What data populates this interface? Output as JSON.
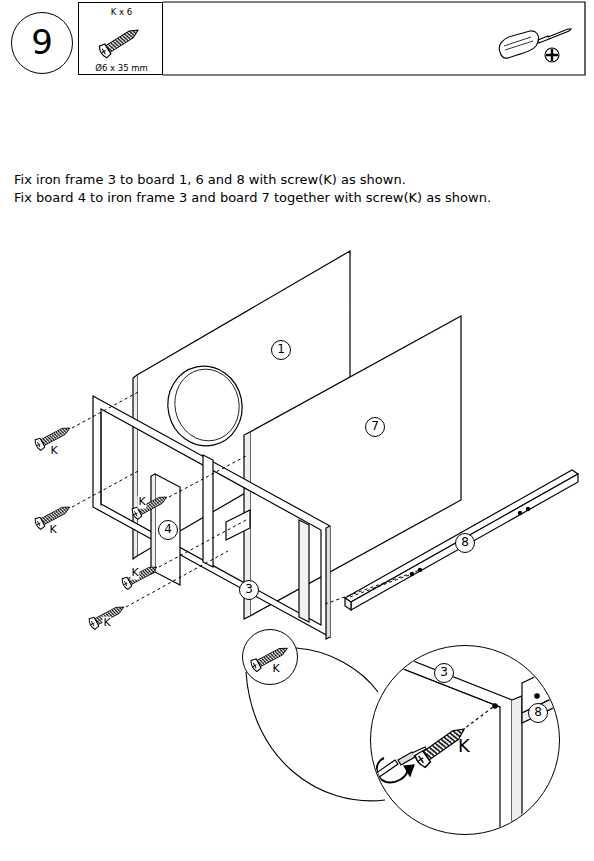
{
  "diagram": {
    "nodes": [
      {
        "text": [
          "9"
        ]
      },
      {
        "text": [
          "K x 6",
          "Ø6 x 35 mm"
        ]
      },
      {
        "text": [
          "1"
        ]
      },
      {
        "text": [
          "7"
        ]
      },
      {
        "text": [
          "8"
        ]
      },
      {
        "text": [
          "4"
        ]
      },
      {
        "text": [
          "3"
        ]
      },
      {
        "text": [
          "K"
        ]
      },
      {
        "text": [
          "K"
        ]
      },
      {
        "text": [
          "3"
        ],
        "in": 8
      },
      {
        "text": [
          "8"
        ],
        "in": 8
      }
    ],
    "labels": [
      "Fix iron frame 3 to board 1, 6 and 8 with screw(K) as shown.",
      "Fix board 4 to iron frame 3 and board 7 together with screw(K) as shown.",
      "K",
      "K",
      "K",
      "K",
      "K"
    ]
  }
}
